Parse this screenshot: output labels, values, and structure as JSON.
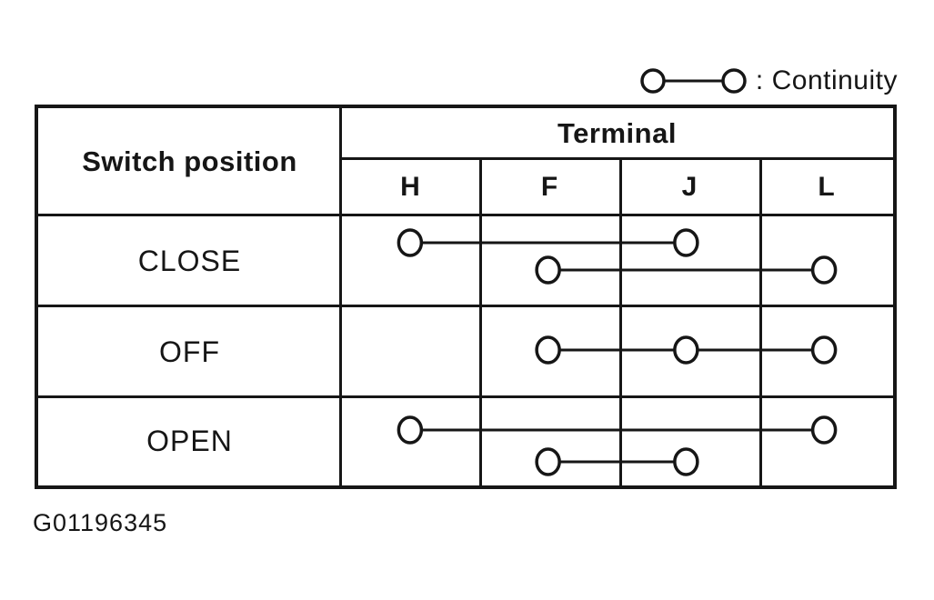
{
  "legend": {
    "symbol": "continuity-symbol",
    "label": ": Continuity"
  },
  "table": {
    "corner_header": "Switch position",
    "group_header": "Terminal",
    "terminals": [
      "H",
      "F",
      "J",
      "L"
    ],
    "rows": [
      {
        "position": "CLOSE",
        "connections": [
          [
            "H",
            "J"
          ],
          [
            "F",
            "L"
          ]
        ]
      },
      {
        "position": "OFF",
        "connections": [
          [
            "F",
            "J",
            "L"
          ]
        ]
      },
      {
        "position": "OPEN",
        "connections": [
          [
            "H",
            "L"
          ],
          [
            "F",
            "J"
          ]
        ]
      }
    ]
  },
  "figure_id": "G01196345",
  "colors": {
    "ink": "#161616",
    "paper": "#ffffff"
  }
}
